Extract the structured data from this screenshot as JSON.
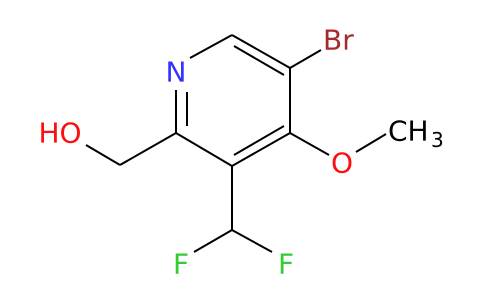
{
  "atoms": {
    "n": {
      "text": "N",
      "color": "#3333ff"
    },
    "br": {
      "text": "Br",
      "color": "#a52a2a"
    },
    "o_methoxy": {
      "text": "O",
      "color": "#ff0d0d"
    },
    "ch3_c": {
      "text": "CH",
      "color": "#000000"
    },
    "ch3_sub": {
      "text": "3",
      "color": "#000000"
    },
    "f_left": {
      "text": "F",
      "color": "#33cc33"
    },
    "f_right": {
      "text": "F",
      "color": "#33cc33"
    },
    "ho": {
      "text": "HO",
      "color": "#ff0d0d"
    }
  },
  "colors": {
    "bond": "#000000",
    "nitrogen": "#3333ff",
    "oxygen": "#ff0d0d",
    "fluorine": "#33cc33",
    "bromine": "#a52a2a"
  }
}
